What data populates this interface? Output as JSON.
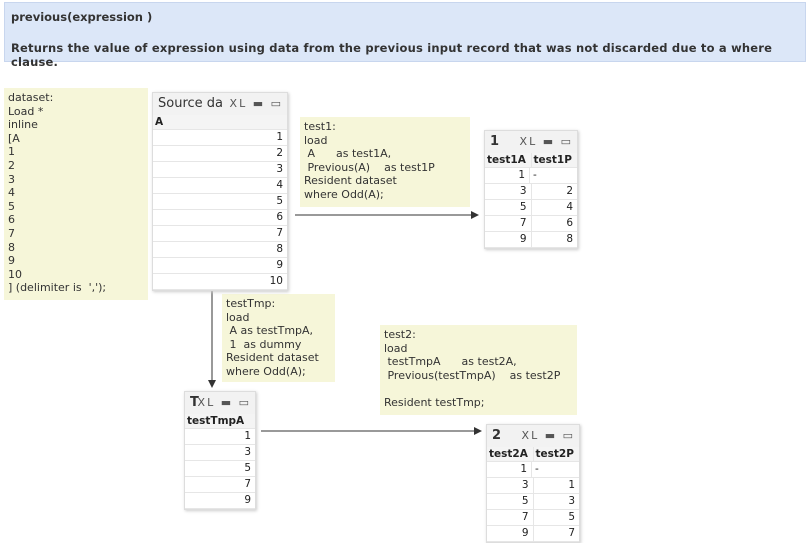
{
  "header": {
    "title": "previous(expression )",
    "description": "Returns the value of expression using data from the previous input record that was not discarded due to a where clause."
  },
  "notes": {
    "load": "dataset:\nLoad *\ninline\n[A\n1\n2\n3\n4\n5\n6\n7\n8\n9\n10\n] (delimiter is  ',');",
    "test1": "test1:\nload\n A      as test1A,\n Previous(A)    as test1P\nResident dataset\nwhere Odd(A);",
    "testTmp": "testTmp:\nload\n A as testTmpA,\n 1  as dummy\nResident dataset\nwhere Odd(A);",
    "test2": "test2:\nload\n testTmpA      as test2A,\n Previous(testTmpA)    as test2P\n\nResident testTmp;"
  },
  "tables": {
    "source": {
      "title": "Source da",
      "icons": "XL ▬ ▭",
      "headers": [
        "A"
      ],
      "rows": [
        [
          "1"
        ],
        [
          "2"
        ],
        [
          "3"
        ],
        [
          "4"
        ],
        [
          "5"
        ],
        [
          "6"
        ],
        [
          "7"
        ],
        [
          "8"
        ],
        [
          "9"
        ],
        [
          "10"
        ]
      ]
    },
    "t1": {
      "title": "1",
      "icons": "XL ▬ ▭",
      "headers": [
        "test1A",
        "test1P"
      ],
      "rows": [
        [
          "1",
          "-"
        ],
        [
          "3",
          "2"
        ],
        [
          "5",
          "4"
        ],
        [
          "7",
          "6"
        ],
        [
          "9",
          "8"
        ]
      ]
    },
    "tmp": {
      "title": "T",
      "icons": "XL ▬ ▭",
      "headers": [
        "testTmpA"
      ],
      "rows": [
        [
          "1"
        ],
        [
          "3"
        ],
        [
          "5"
        ],
        [
          "7"
        ],
        [
          "9"
        ]
      ]
    },
    "t2": {
      "title": "2",
      "icons": "XL ▬ ▭",
      "headers": [
        "test2A",
        "test2P"
      ],
      "rows": [
        [
          "1",
          "-"
        ],
        [
          "3",
          "1"
        ],
        [
          "5",
          "3"
        ],
        [
          "7",
          "5"
        ],
        [
          "9",
          "7"
        ]
      ]
    }
  }
}
